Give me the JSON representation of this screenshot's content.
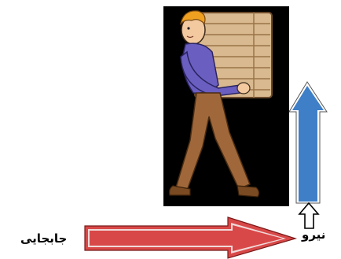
{
  "labels": {
    "displacement": "جابجایی",
    "force": "نیرو"
  },
  "colors": {
    "background": "#ffffff",
    "photo_background": "#000000",
    "displacement_arrow_fill": "#d94848",
    "displacement_arrow_inner": "#f3f3f3",
    "force_arrow_fill": "#3f7fc8",
    "force_arrow_inner": "#f3f3f3",
    "small_arrow_fill": "#ffffff",
    "outline": "#000000"
  },
  "icons": {
    "illustration": "man-carrying-wooden-box-illustration",
    "displacement_arrow": "right-arrow",
    "force_arrow": "up-arrow",
    "small_arrow": "up-arrow-outline"
  }
}
